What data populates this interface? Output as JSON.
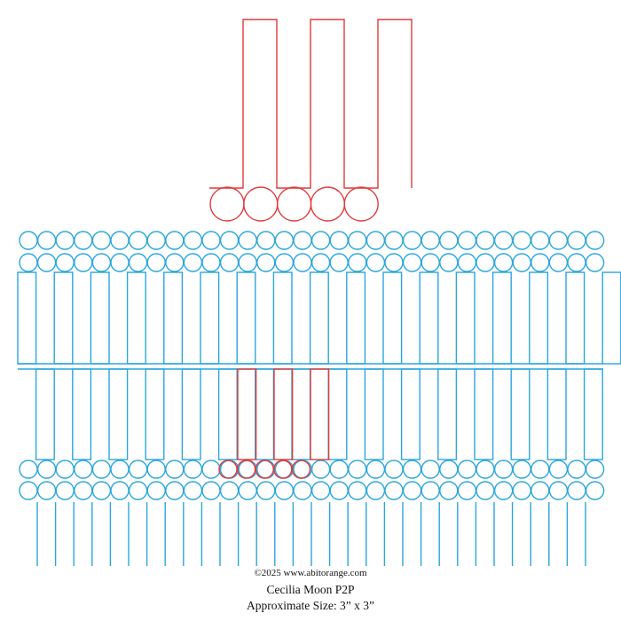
{
  "colors": {
    "motif": "#e03a3a",
    "repeat": "#2aa6dc",
    "background": "#ffffff"
  },
  "footer": {
    "copyright": "©2025 www.abitorange.com",
    "design_name": "Cecilia Moon P2P",
    "size_note": "Approximate Size: 3” x 3”"
  }
}
